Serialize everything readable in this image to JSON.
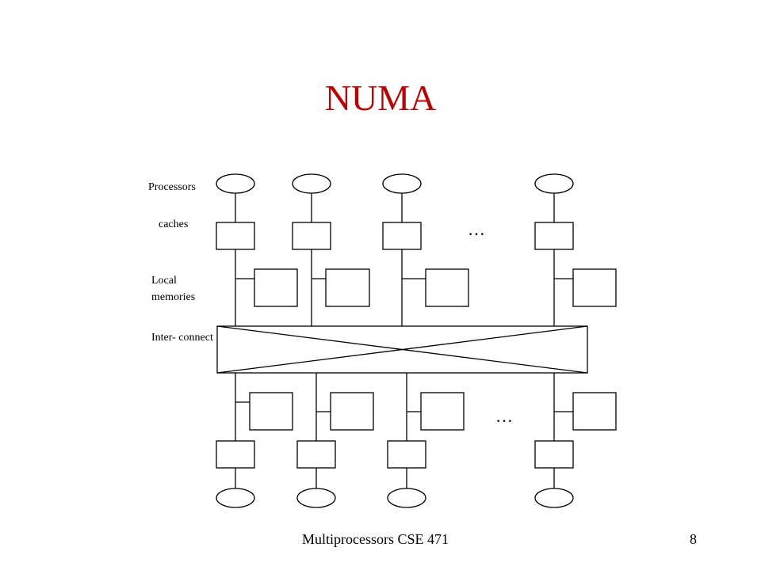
{
  "title": "NUMA",
  "labels": {
    "processors": "Processors",
    "caches": "caches",
    "local_memories": "Local memories",
    "interconnect": "Inter- connect"
  },
  "ellipsis": "…",
  "footer": {
    "course": "Multiprocessors CSE 471",
    "page_number": "8"
  },
  "colors": {
    "title": "#c00000",
    "line": "#000000"
  }
}
